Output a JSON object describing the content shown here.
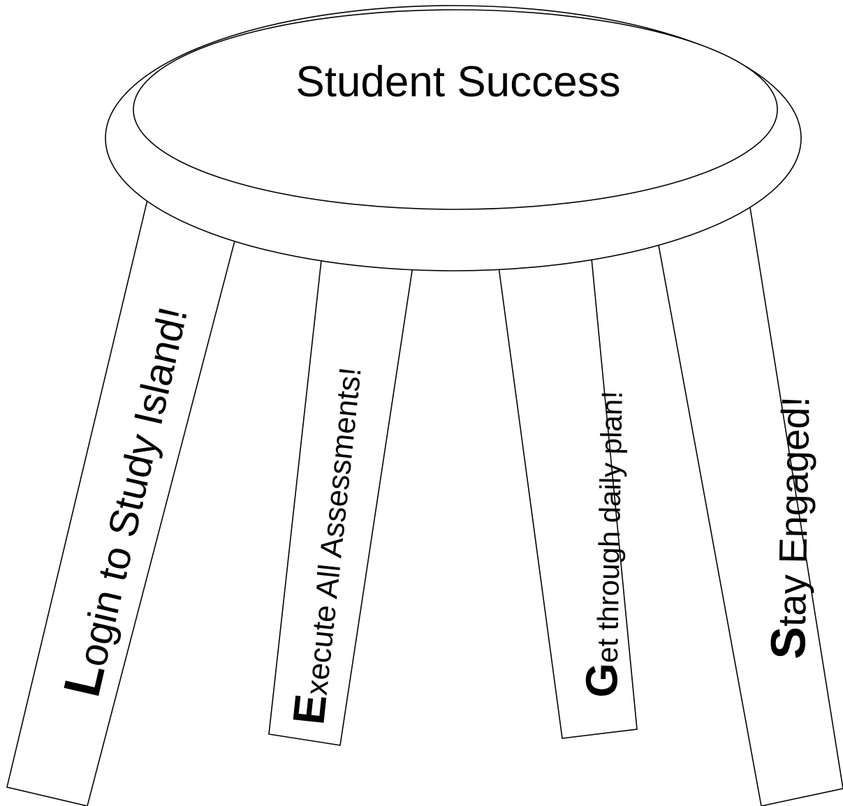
{
  "title": "Student Success",
  "legs": [
    {
      "initial": "L",
      "rest": "ogin to Study Island!"
    },
    {
      "initial": "E",
      "rest": "xecute All Assessments!"
    },
    {
      "initial": "G",
      "rest": "et through daily plan!"
    },
    {
      "initial": "S",
      "rest": "tay Engaged!"
    }
  ]
}
